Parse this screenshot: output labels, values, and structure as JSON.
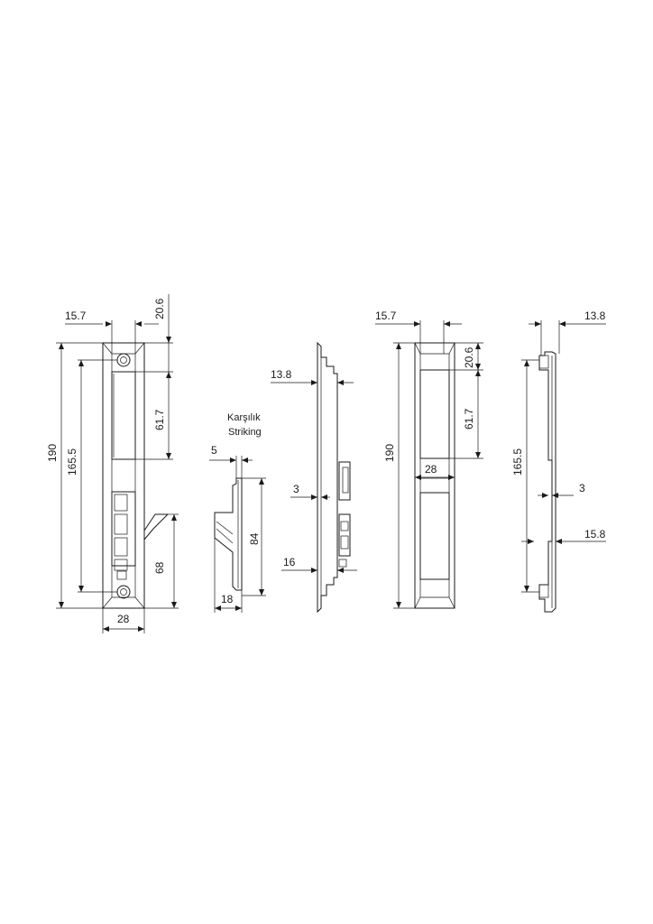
{
  "caption": {
    "line1": "Karşılık",
    "line2": "Striking"
  },
  "views": {
    "handle_front": {
      "width_top": "15.7",
      "offset_top": "20.6",
      "overall_height": "190",
      "hole_spacing": "165.5",
      "slot_height": "61.7",
      "hook_height": "68",
      "width_bottom": "28"
    },
    "striker_side": {
      "top_width": "5",
      "height": "84",
      "bottom_width": "18"
    },
    "handle_side": {
      "top_depth": "13.8",
      "mid_depth": "3",
      "bottom_depth": "16"
    },
    "handle_back": {
      "width_top": "15.7",
      "offset_top": "20.6",
      "overall_height": "190",
      "slot_height": "61.7",
      "inner_width": "28"
    },
    "striker_plate_side": {
      "top_depth": "13.8",
      "hole_spacing": "165.5",
      "mid_depth": "3",
      "lower_depth": "15.8"
    }
  }
}
